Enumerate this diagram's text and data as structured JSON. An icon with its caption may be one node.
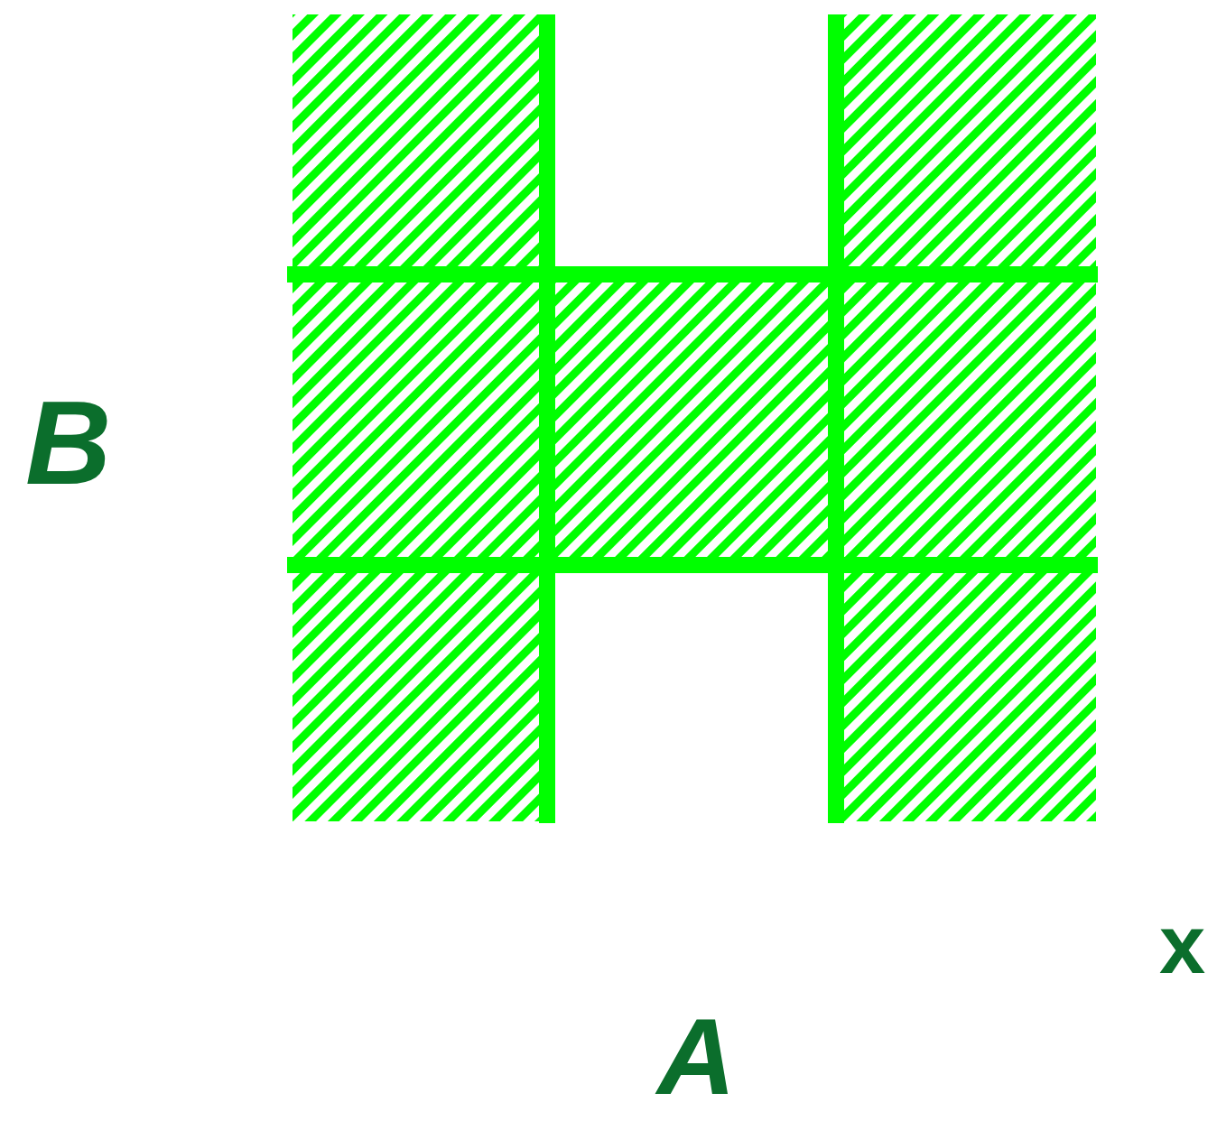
{
  "diagram": {
    "labels": [
      "B",
      "x",
      "A"
    ]
  }
}
